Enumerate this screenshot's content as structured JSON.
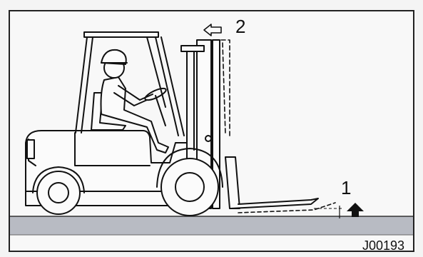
{
  "figure": {
    "callouts": [
      {
        "id": "1",
        "text": "1",
        "meaning": "arrow-up"
      },
      {
        "id": "2",
        "text": "2",
        "meaning": "arrow-left"
      }
    ],
    "code": "J00193",
    "colors": {
      "ink": "#111111",
      "ground": "#b9bcc4",
      "background": "#f7f7f7"
    }
  }
}
